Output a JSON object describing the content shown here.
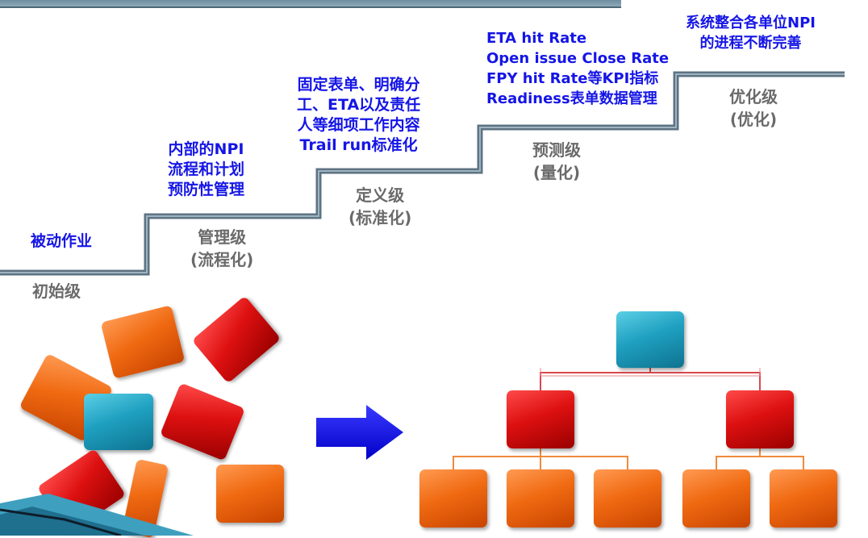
{
  "stages": [
    {
      "level_name": "初始级",
      "level_sub": "",
      "description": [
        "被动作业"
      ]
    },
    {
      "level_name": "管理级",
      "level_sub": "(流程化)",
      "description": [
        "内部的NPI",
        "流程和计划",
        "预防性管理"
      ]
    },
    {
      "level_name": "定义级",
      "level_sub": "(标准化)",
      "description": [
        "固定表单、明确分",
        "工、ETA以及责任",
        "人等细项工作内容",
        "Trail run标准化"
      ]
    },
    {
      "level_name": "预测级",
      "level_sub": "(量化)",
      "description": [
        "ETA hit Rate",
        "Open issue Close Rate",
        "FPY hit Rate等KPI指标",
        "Readiness表单数据管理"
      ]
    },
    {
      "level_name": "优化级",
      "level_sub": "(优化)",
      "description": [
        "系统整合各单位NPI",
        "的进程不断完善"
      ]
    }
  ],
  "colors": {
    "description_text": "#1515e6",
    "level_text": "#6a6a6a",
    "stair_line": "#6f8595",
    "arrow": "#1a1ae6",
    "connector": "#d9484d",
    "connector_orange": "#f08a3c"
  },
  "icons": {
    "arrow": "right-arrow-icon"
  }
}
